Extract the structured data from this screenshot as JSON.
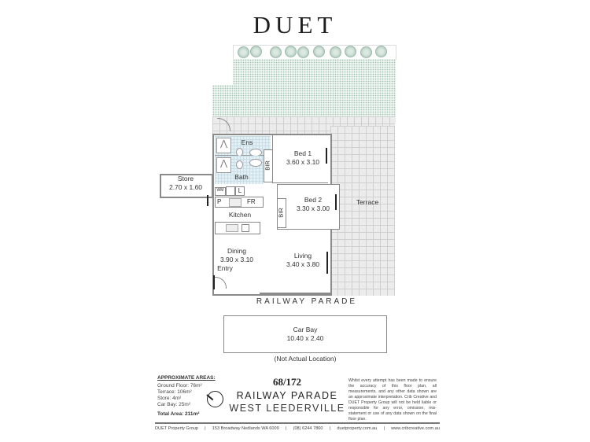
{
  "header": {
    "logo": "DUET"
  },
  "floorplan": {
    "rooms": [
      {
        "name": "Ens",
        "dims": ""
      },
      {
        "name": "Bath",
        "dims": ""
      },
      {
        "name": "Bed 1",
        "dims": "3.60 x 3.10"
      },
      {
        "name": "Bed 2",
        "dims": "3.30 x 3.00"
      },
      {
        "name": "Store",
        "dims": "2.70 x 1.60"
      },
      {
        "name": "Kitchen",
        "dims": ""
      },
      {
        "name": "Dining",
        "dims": "3.90 x 3.10"
      },
      {
        "name": "Living",
        "dims": "3.40 x 3.80"
      },
      {
        "name": "Terrace",
        "dims": ""
      }
    ],
    "labels": {
      "bir": "BIR",
      "entry": "Entry",
      "pantry": "P",
      "fridge": "FR",
      "laundry": "L",
      "washer": "WM"
    },
    "street": "RAILWAY PARADE",
    "car_bay": {
      "name": "Car Bay",
      "dims": "10.40 x 2.40",
      "note": "(Not Actual Location)"
    }
  },
  "areas": {
    "title": "APPROXIMATE AREAS:",
    "items": [
      "Ground Floor: 76m²",
      "Terrace: 106m²",
      "Store: 4m²",
      "Car Bay: 25m²"
    ],
    "total": "Total Area: 211m²"
  },
  "address": {
    "unit": "68/172",
    "street": "RAILWAY PARADE",
    "suburb": "WEST LEEDERVILLE"
  },
  "disclaimer": "Whilst every attempt has been made to ensure the accuracy of this floor plan, all measurements, and any other data shown are an approximate interpretation. Crib Creative and DUET Property Group will not be held liable or responsible for any error, omission, mis-statement or use of any data shown on the final floor plan.",
  "footer": {
    "company": "DUET Property Group",
    "address": "153 Broadway Nedlands WA 6009",
    "phone": "(08) 6244 7860",
    "web1": "duetproperty.com.au",
    "web2": "www.cribcreative.com.au",
    "sep": "|"
  }
}
